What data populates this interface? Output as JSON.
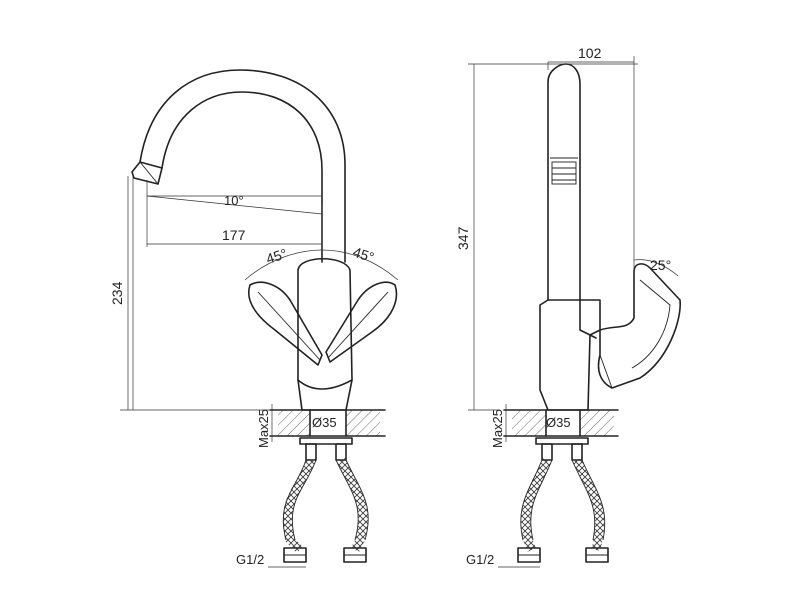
{
  "dimensions": {
    "spout_reach": "177",
    "spout_angle": "10°",
    "height_left": "234",
    "height_right": "347",
    "depth_top": "102",
    "handle_angle_left": "45°",
    "handle_angle_right": "45°",
    "lever_tilt": "25°",
    "max_thickness_left": "Max25",
    "max_thickness_right": "Max25",
    "hole_diameter_left": "Ø35",
    "hole_diameter_right": "Ø35",
    "thread_left": "G1/2",
    "thread_right": "G1/2"
  }
}
